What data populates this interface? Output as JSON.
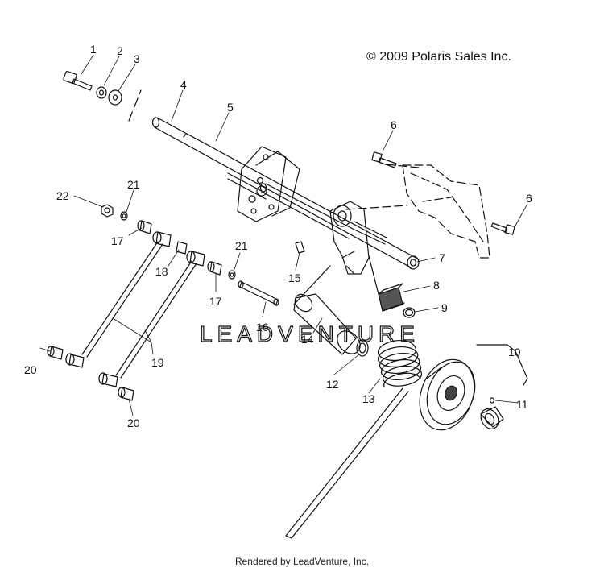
{
  "copyright": "© 2009 Polaris Sales Inc.",
  "footer": "Rendered by LeadVenture, Inc.",
  "watermark": "LEADVENTURE",
  "callouts": {
    "c1": "1",
    "c2": "2",
    "c3": "3",
    "c4": "4",
    "c5": "5",
    "c6a": "6",
    "c6b": "6",
    "c7": "7",
    "c8": "8",
    "c9": "9",
    "c10": "10",
    "c11": "11",
    "c12": "12",
    "c13": "13",
    "c14": "14",
    "c15": "15",
    "c16": "16",
    "c17a": "17",
    "c17b": "17",
    "c18": "18",
    "c19": "19",
    "c20a": "20",
    "c20b": "20",
    "c21a": "21",
    "c21b": "21",
    "c22": "22"
  }
}
